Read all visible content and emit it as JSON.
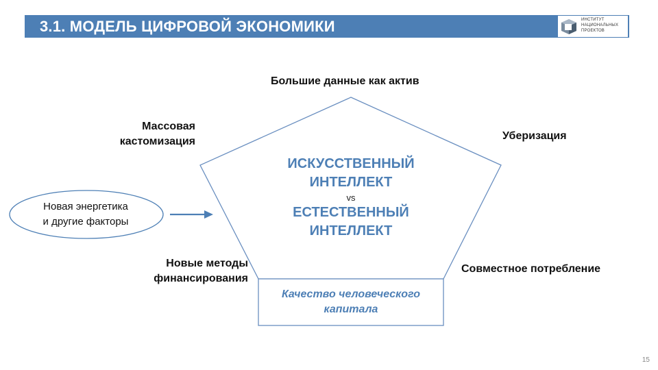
{
  "header": {
    "title": "3.1. МОДЕЛЬ ЦИФРОВОЙ ЭКОНОМИКИ",
    "logo_lines": [
      "ИНСТИТУТ",
      "НАЦИОНАЛЬНЫХ",
      "ПРОЕКТОВ"
    ]
  },
  "diagram": {
    "top": "Большие данные как актив",
    "left_top": [
      "Массовая",
      "кастомизация"
    ],
    "right_top": "Уберизация",
    "left_bottom": [
      "Новые методы",
      "финансирования"
    ],
    "right_bottom": "Совместное потребление",
    "center": {
      "line1": "ИСКУССТВЕННЫЙ",
      "line2": "ИНТЕЛЛЕКТ",
      "vs": "vs",
      "line3": "ЕСТЕСТВЕННЫЙ",
      "line4": "ИНТЕЛЛЕКТ"
    },
    "oval": [
      "Новая энергетика",
      "и другие факторы"
    ],
    "box": [
      "Качество человеческого",
      "капитала"
    ]
  },
  "page_number": "15",
  "colors": {
    "accent": "#4d7fb5",
    "stroke": "#6a8fc0"
  }
}
